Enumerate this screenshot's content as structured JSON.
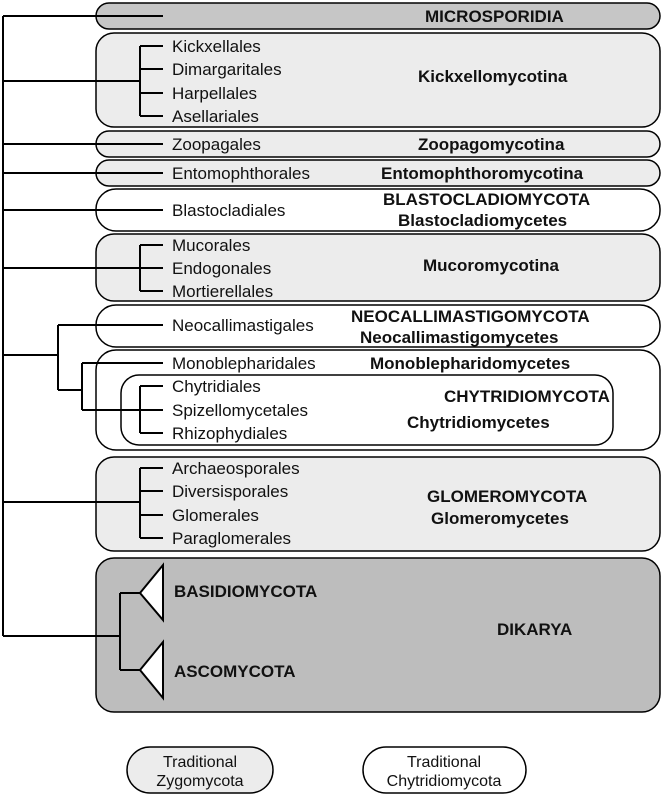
{
  "colors": {
    "zygomycota_fill": "#ececec",
    "chytridiomycota_fill": "#ffffff",
    "dikarya_fill": "#bdbdbd",
    "microsporidia_fill": "#c6c6c6",
    "stroke": "#000000"
  },
  "groups": {
    "microsporidia": {
      "title": "MICROSPORIDIA"
    },
    "kickxellomycotina": {
      "title": "Kickxellomycotina",
      "taxa": [
        "Kickxellales",
        "Dimargaritales",
        "Harpellales",
        "Asellariales"
      ]
    },
    "zoopagomycotina": {
      "title": "Zoopagomycotina",
      "taxa": [
        "Zoopagales"
      ]
    },
    "entomophthoromycotina": {
      "title": "Entomophthoromycotina",
      "taxa": [
        "Entomophthorales"
      ]
    },
    "blastocladiomycota": {
      "title_line1": "BLASTOCLADIOMYCOTA",
      "title_line2": "Blastocladiomycetes",
      "taxa": [
        "Blastocladiales"
      ]
    },
    "mucoromycotina": {
      "title": "Mucoromycotina",
      "taxa": [
        "Mucorales",
        "Endogonales",
        "Mortierellales"
      ]
    },
    "neocallimastigomycota": {
      "title_line1": "NEOCALLIMASTIGOMYCOTA",
      "title_line2": "Neocallimastigomycetes",
      "taxa": [
        "Neocallimastigales"
      ]
    },
    "chytridiomycota": {
      "title": "CHYTRIDIOMYCOTA",
      "monoblepharidomycetes": {
        "title": "Monoblepharidomycetes",
        "taxa": [
          "Monoblepharidales"
        ]
      },
      "chytridiomycetes": {
        "title": "Chytridiomycetes",
        "taxa": [
          "Chytridiales",
          "Spizellomycetales",
          "Rhizophydiales"
        ]
      }
    },
    "glomeromycota": {
      "title_line1": "GLOMEROMYCOTA",
      "title_line2": "Glomeromycetes",
      "taxa": [
        "Archaeosporales",
        "Diversisporales",
        "Glomerales",
        "Paraglomerales"
      ]
    },
    "dikarya": {
      "title": "DIKARYA",
      "taxa": [
        "BASIDIOMYCOTA",
        "ASCOMYCOTA"
      ]
    }
  },
  "legend": {
    "zygomycota": {
      "line1": "Traditional",
      "line2": "Zygomycota"
    },
    "chytridiomycota": {
      "line1": "Traditional",
      "line2": "Chytridiomycota"
    }
  }
}
